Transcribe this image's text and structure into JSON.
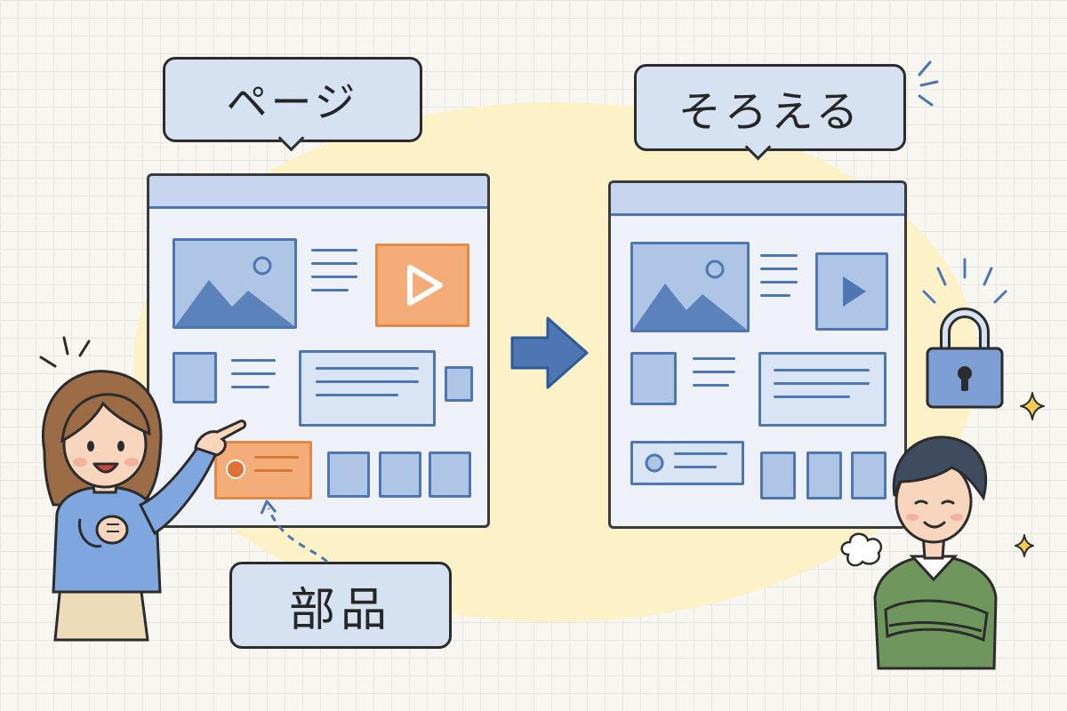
{
  "labels": {
    "page": "ページ",
    "align": "そろえる",
    "parts": "部品"
  },
  "colors": {
    "background": "#f7f6f1",
    "highlight_blob": "#fdf1c8",
    "label_fill": "#d6e1f2",
    "block_blue": "#4d76b3",
    "block_fill": "#aec5e6",
    "accent_orange": "#f4ad78",
    "lock": "#7e9fd3",
    "sparkle": "#f2cd52"
  },
  "icons": {
    "arrow": "right-arrow-icon",
    "lock": "lock-icon",
    "image": "image-icon",
    "play": "play-icon",
    "sparkle": "sparkle-icon"
  }
}
